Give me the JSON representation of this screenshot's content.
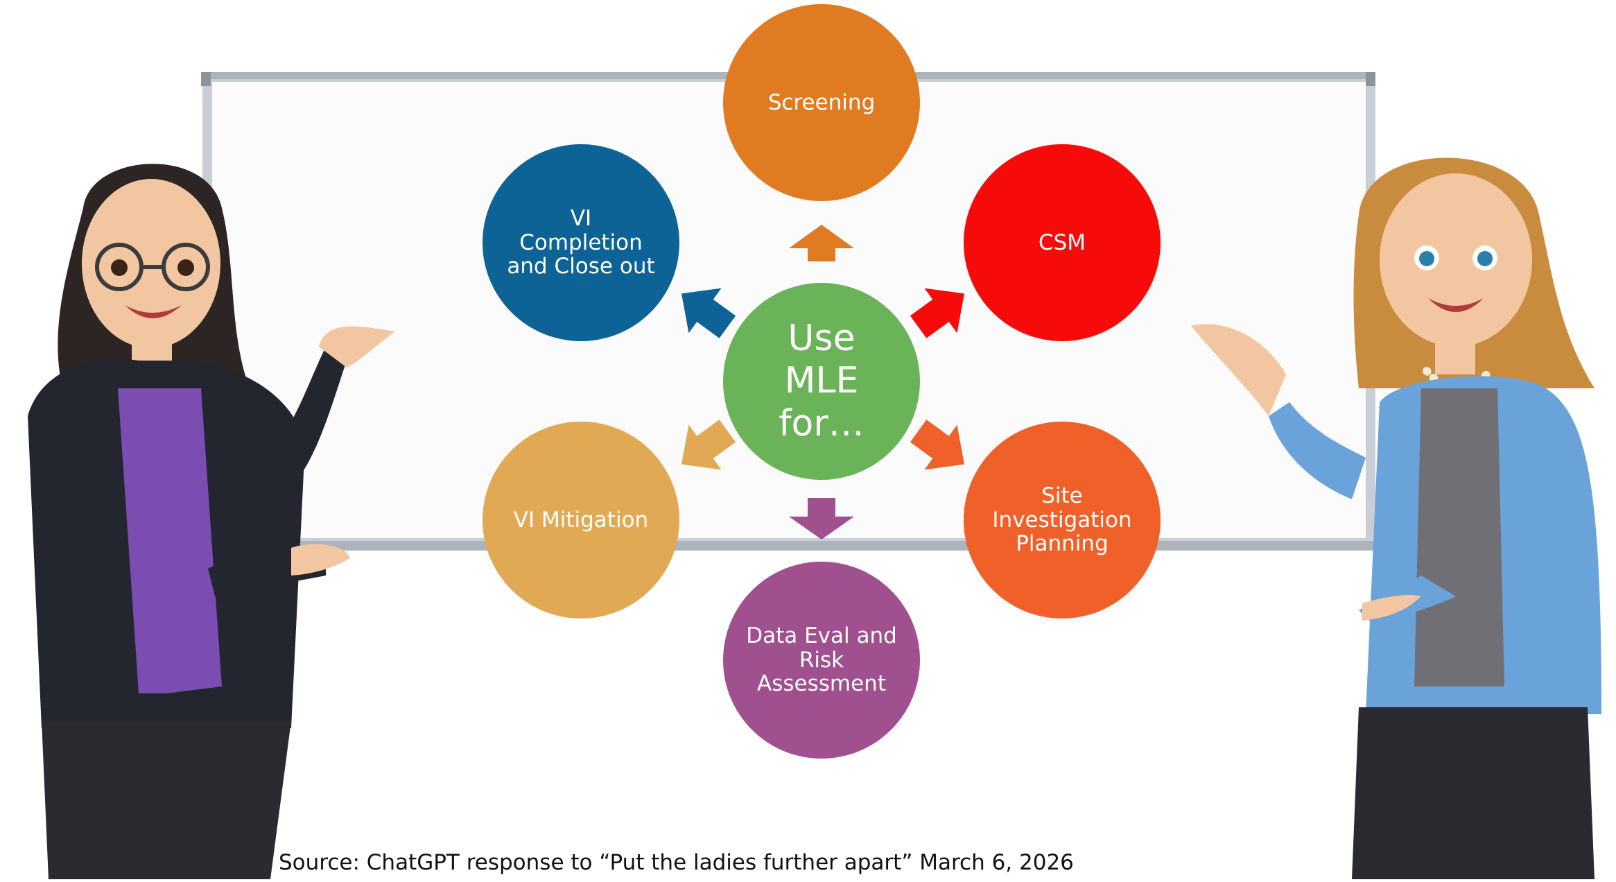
{
  "diagram": {
    "center": {
      "label": "Use\nMLE\nfor…",
      "color": "#6ab358"
    },
    "nodes": [
      {
        "id": "screening",
        "label": "Screening",
        "color": "#e07b22"
      },
      {
        "id": "csm",
        "label": "CSM",
        "color": "#f70a0a"
      },
      {
        "id": "site-investigation-planning",
        "label": "Site\nInvestigation\nPlanning",
        "color": "#f0612a"
      },
      {
        "id": "data-eval-risk-assessment",
        "label": "Data Eval and\nRisk\nAssessment",
        "color": "#a04f8f"
      },
      {
        "id": "vi-mitigation",
        "label": "VI Mitigation",
        "color": "#e2a954"
      },
      {
        "id": "vi-completion-close-out",
        "label": "VI\nCompletion\nand Close out",
        "color": "#0d6395"
      }
    ]
  },
  "caption": "Source: ChatGPT response to “Put the ladies further apart” March 6, 2026",
  "colors": {
    "whiteboard_frame": "#c9ced6",
    "whiteboard_surface": "#fbfbfc",
    "skin": "#f2c6a0",
    "left_presenter_jacket": "#23262e",
    "left_presenter_shirt": "#7b4cb2",
    "left_presenter_hair": "#2c2523",
    "right_presenter_cardigan": "#6aa3d9",
    "right_presenter_top": "#6f6f75",
    "right_presenter_hair": "#c98c3e",
    "trousers": "#2a2b30"
  }
}
